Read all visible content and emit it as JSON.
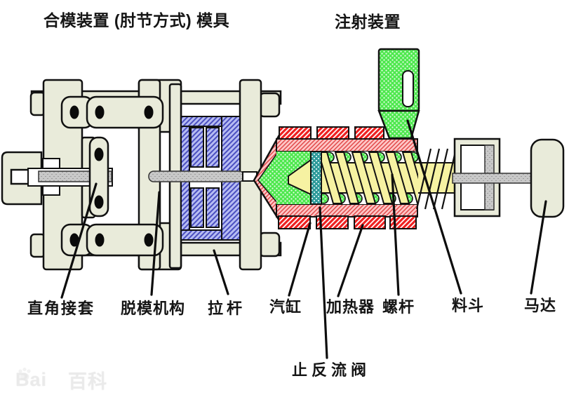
{
  "figure": {
    "title_clamping": "合模装置 (肘节方式) 模具",
    "title_injection": "注射装置",
    "labels": {
      "right_angle_socket": "直角接套",
      "ejector_mechanism": "脱模机构",
      "tie_bar": "拉杆",
      "cylinder": "汽缸",
      "heater": "加热器",
      "screw": "螺杆",
      "hopper": "料斗",
      "motor": "马达",
      "check_valve": "止反流阀"
    },
    "watermark": {
      "prefix": "Bai",
      "suffix": "百科"
    },
    "colors": {
      "background": "#ffffff",
      "outline": "#111111",
      "frame_beige": "#e9ebda",
      "mold_blue": "#b6bcf2",
      "mold_blue_hatch": "#4a4ec0",
      "heater_red": "#ee2222",
      "barrel_pink": "#ffc6c6",
      "barrel_pink_hatch": "#e04848",
      "melt_green": "#4ee84e",
      "screw_yellow": "#f6f2a2",
      "check_valve_teal": "#2f9f9f",
      "rod_gray": "#c8c8c8"
    }
  }
}
